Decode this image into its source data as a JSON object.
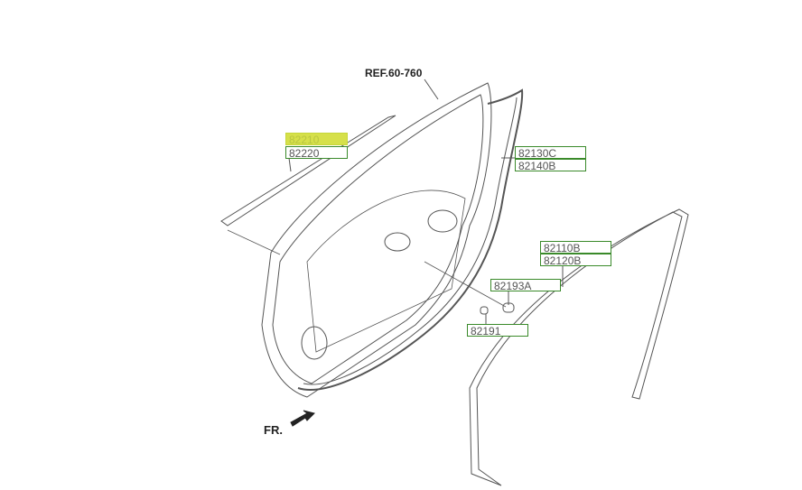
{
  "diagram": {
    "ref_label": "REF.60-760",
    "front_label": "FR.",
    "parts": [
      {
        "code": "82210",
        "highlighted": true
      },
      {
        "code": "82220",
        "highlighted": false
      },
      {
        "code": "82130C",
        "highlighted": false
      },
      {
        "code": "82140B",
        "highlighted": false
      },
      {
        "code": "82110B",
        "highlighted": false
      },
      {
        "code": "82120B",
        "highlighted": false
      },
      {
        "code": "82193A",
        "highlighted": false
      },
      {
        "code": "82191",
        "highlighted": false
      }
    ],
    "colors": {
      "label_border": "#3a8a2a",
      "highlight": "#d6e04a",
      "line": "#555555"
    }
  }
}
